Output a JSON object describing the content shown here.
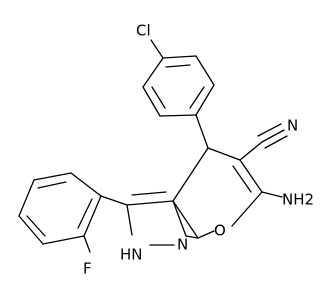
{
  "diagram": {
    "type": "chemical-structure",
    "atom_labels": {
      "chlorine": "Cl",
      "nitrile_nitrogen": "N",
      "amino": "NH2",
      "ring_oxygen": "O",
      "pyrazole_nitrogen": "N",
      "pyrazole_nh": "HN",
      "fluorine": "F"
    }
  }
}
